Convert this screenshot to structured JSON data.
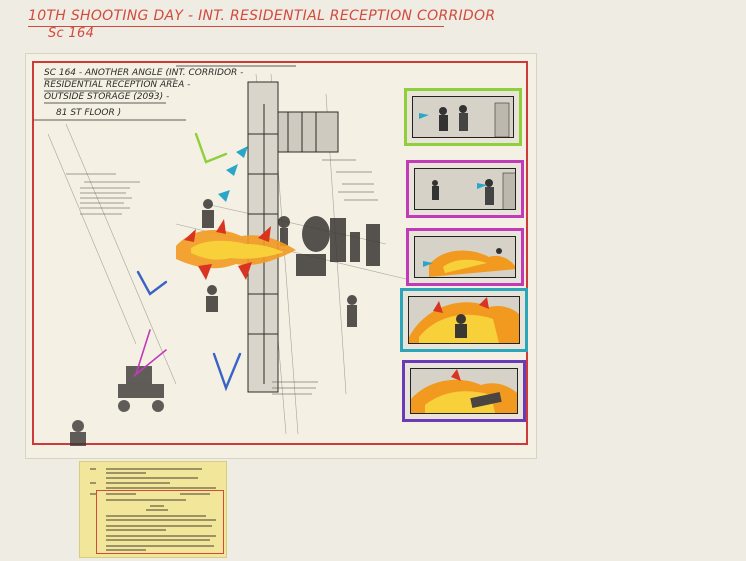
{
  "board": {
    "title": "10TH SHOOTING DAY - INT. RESIDENTIAL RECEPTION CORRIDOR",
    "scene_tag": "Sc 164"
  },
  "panel": {
    "caption_lines": [
      "SC 164 - ANOTHER ANGLE  (INT. CORRIDOR -",
      "RESIDENTIAL RECEPTION AREA -",
      "OUTSIDE STORAGE (2093) -",
      "81 ST   FLOOR )"
    ]
  },
  "colors": {
    "red_ink": "#d24a3c",
    "frame_red": "#cc3a3a",
    "green_marker": "#8fd03a",
    "magenta_marker": "#c23ab8",
    "blue_marker": "#3a63c8",
    "teal_marker": "#2aa6b8",
    "note_yellow": "#f1e69a"
  }
}
